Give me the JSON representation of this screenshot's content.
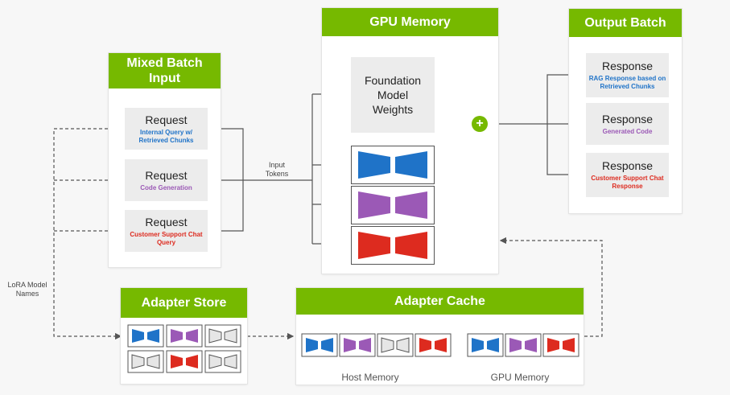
{
  "colors": {
    "accent": "#76b900",
    "blue": "#1f73c8",
    "purple": "#9b59b6",
    "red": "#dd2b1f",
    "gray": "#e6e6e6"
  },
  "mixed_batch": {
    "title": "Mixed Batch Input",
    "requests": [
      {
        "label": "Request",
        "detail": "Internal Query w/ Retrieved Chunks",
        "color": "#1f73c8"
      },
      {
        "label": "Request",
        "detail": "Code Generation",
        "color": "#9b59b6"
      },
      {
        "label": "Request",
        "detail": "Customer Support Chat Query",
        "color": "#dd2b1f"
      }
    ]
  },
  "gpu_memory": {
    "title": "GPU Memory",
    "foundation": "Foundation Model Weights",
    "plus_symbol": "+",
    "adapters": [
      "blue",
      "purple",
      "red"
    ]
  },
  "output_batch": {
    "title": "Output Batch",
    "responses": [
      {
        "label": "Response",
        "detail": "RAG Response based on Retrieved Chunks",
        "color": "#1f73c8"
      },
      {
        "label": "Response",
        "detail": "Generated Code",
        "color": "#9b59b6"
      },
      {
        "label": "Response",
        "detail": "Customer Support Chat Response",
        "color": "#dd2b1f"
      }
    ]
  },
  "input_tokens_label": "Input Tokens",
  "lora_label": "LoRA Model Names",
  "adapter_store": {
    "title": "Adapter Store",
    "grid": [
      "blue",
      "purple",
      "gray",
      "gray",
      "red",
      "gray"
    ]
  },
  "adapter_cache": {
    "title": "Adapter Cache",
    "host_label": "Host Memory",
    "gpu_label": "GPU Memory",
    "host": [
      "blue",
      "purple",
      "gray",
      "red"
    ],
    "gpu": [
      "blue",
      "purple",
      "red"
    ]
  }
}
